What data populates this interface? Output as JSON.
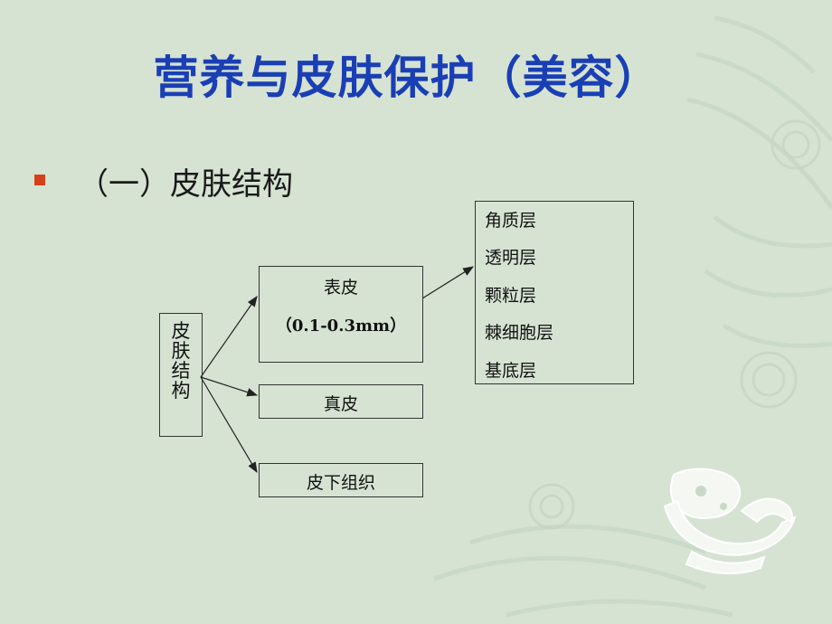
{
  "slide": {
    "title": "营养与皮肤保护（美容）",
    "bullet": "（一）皮肤结构"
  },
  "diagram": {
    "root_chars": [
      "皮",
      "肤",
      "结",
      "构"
    ],
    "epidermis": {
      "label": "表皮",
      "thickness": "（0.1-0.3mm）"
    },
    "dermis": "真皮",
    "subcutaneous": "皮下组织",
    "epidermis_layers": [
      "角质层",
      "透明层",
      "颗粒层",
      "棘细胞层",
      "基底层"
    ]
  },
  "colors": {
    "background": "#d6e3d3",
    "title": "#1a3fb5",
    "bullet": "#d4401c"
  }
}
